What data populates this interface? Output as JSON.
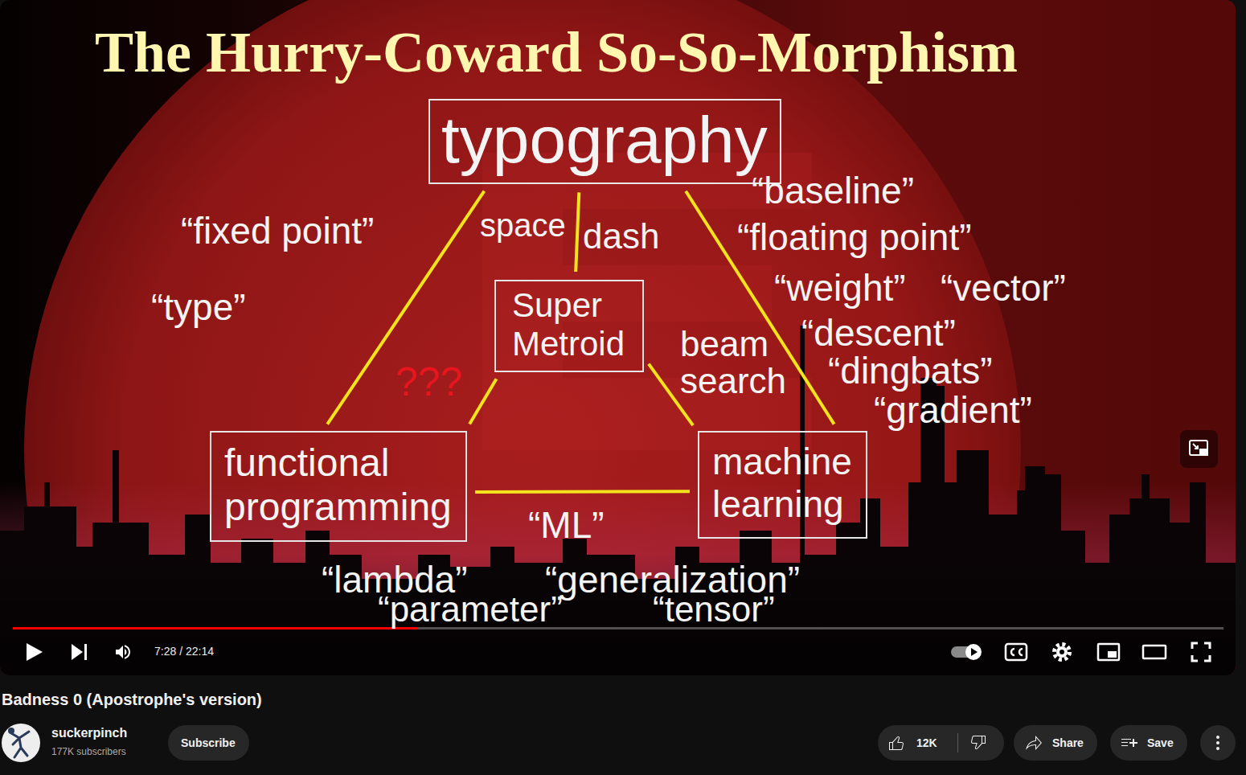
{
  "diagram": {
    "title": "The Hurry-Coward So-So-Morphism",
    "nodes": [
      {
        "text": [
          "typography"
        ]
      },
      {
        "text": [
          "Super Metroid"
        ]
      },
      {
        "text": [
          "functional programming"
        ]
      },
      {
        "text": [
          "machine learning"
        ]
      },
      {
        "text": [
          "Subscribe"
        ]
      },
      {
        "text": [
          "12K"
        ]
      },
      {
        "text": [
          "Share"
        ]
      },
      {
        "text": [
          "Save"
        ]
      }
    ],
    "edges": [
      {
        "from": 0,
        "to": 2,
        "arrow": "none"
      },
      {
        "from": 0,
        "to": 1,
        "arrow": "none"
      },
      {
        "from": 1,
        "to": 2,
        "arrow": "none",
        "label": "???"
      },
      {
        "from": 1,
        "to": 3,
        "arrow": "none",
        "label": "beam search"
      },
      {
        "from": 0,
        "to": 3,
        "arrow": "none"
      },
      {
        "from": 2,
        "to": 3,
        "arrow": "none",
        "label": "“ML”"
      }
    ],
    "labels": [
      "“fixed point”",
      "“type”",
      "“baseline”",
      "“floating point”",
      "“weight”",
      "“vector”",
      "“descent”",
      "“dingbats”",
      "“gradient”",
      "space",
      "dash",
      "“lambda”",
      "“generalization”",
      "“parameter”",
      "“tensor”",
      "7:28 / 22:14",
      "Badness 0 (Apostrophe's version)",
      "suckerpinch",
      "177K subscribers"
    ]
  }
}
